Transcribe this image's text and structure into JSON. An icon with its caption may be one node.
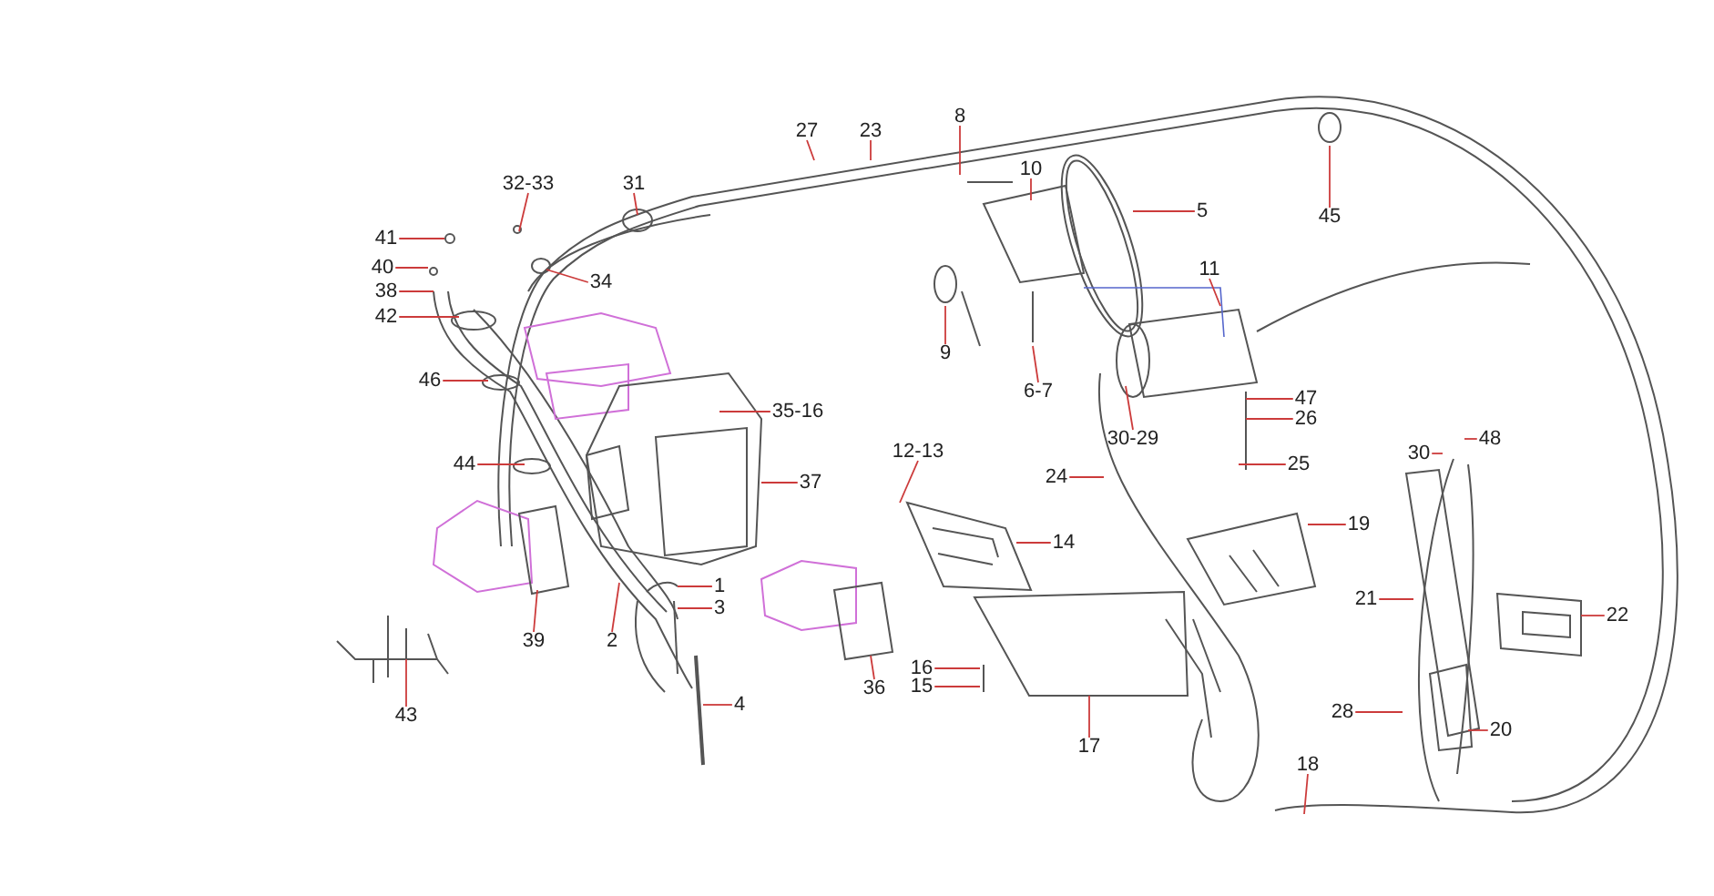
{
  "diagram": {
    "nodes": [
      {
        "text": [
          "8"
        ]
      },
      {
        "text": [
          "27"
        ]
      },
      {
        "text": [
          "23"
        ]
      },
      {
        "text": [
          "10"
        ]
      },
      {
        "text": [
          "32-33"
        ]
      },
      {
        "text": [
          "31"
        ]
      },
      {
        "text": [
          "5"
        ]
      },
      {
        "text": [
          "45"
        ]
      },
      {
        "text": [
          "41"
        ]
      },
      {
        "text": [
          "11"
        ]
      },
      {
        "text": [
          "40"
        ]
      },
      {
        "text": [
          "34"
        ]
      },
      {
        "text": [
          "38"
        ]
      },
      {
        "text": [
          "42"
        ]
      },
      {
        "text": [
          "9"
        ]
      },
      {
        "text": [
          "46"
        ]
      },
      {
        "text": [
          "6-7"
        ]
      },
      {
        "text": [
          "47"
        ]
      },
      {
        "text": [
          "35-16"
        ]
      },
      {
        "text": [
          "26"
        ]
      },
      {
        "text": [
          "30-29"
        ]
      },
      {
        "text": [
          "48"
        ]
      },
      {
        "text": [
          "12-13"
        ]
      },
      {
        "text": [
          "30"
        ]
      },
      {
        "text": [
          "44"
        ]
      },
      {
        "text": [
          "25"
        ]
      },
      {
        "text": [
          "24"
        ]
      },
      {
        "text": [
          "37"
        ]
      },
      {
        "text": [
          "19"
        ]
      },
      {
        "text": [
          "14"
        ]
      },
      {
        "text": [
          "1"
        ]
      },
      {
        "text": [
          "21"
        ]
      },
      {
        "text": [
          "3"
        ]
      },
      {
        "text": [
          "22"
        ]
      },
      {
        "text": [
          "39"
        ]
      },
      {
        "text": [
          "2"
        ]
      },
      {
        "text": [
          "16"
        ]
      },
      {
        "text": [
          "15"
        ]
      },
      {
        "text": [
          "36"
        ]
      },
      {
        "text": [
          "4"
        ]
      },
      {
        "text": [
          "28"
        ]
      },
      {
        "text": [
          "43"
        ]
      },
      {
        "text": [
          "20"
        ]
      },
      {
        "text": [
          "17"
        ]
      },
      {
        "text": [
          "18"
        ]
      }
    ],
    "edges": [
      {
        "from": 0,
        "to": null,
        "arrow": "none"
      },
      {
        "from": 1,
        "to": null,
        "arrow": "none"
      },
      {
        "from": 2,
        "to": null,
        "arrow": "none"
      },
      {
        "from": 3,
        "to": null,
        "arrow": "none"
      },
      {
        "from": 4,
        "to": null,
        "arrow": "none"
      },
      {
        "from": 5,
        "to": null,
        "arrow": "none"
      },
      {
        "from": 6,
        "to": null,
        "arrow": "none"
      },
      {
        "from": 7,
        "to": null,
        "arrow": "none"
      },
      {
        "from": 8,
        "to": null,
        "arrow": "none"
      },
      {
        "from": 9,
        "to": null,
        "arrow": "none"
      },
      {
        "from": 10,
        "to": null,
        "arrow": "none"
      },
      {
        "from": 11,
        "to": null,
        "arrow": "none"
      },
      {
        "from": 12,
        "to": null,
        "arrow": "none"
      },
      {
        "from": 13,
        "to": null,
        "arrow": "none"
      },
      {
        "from": 14,
        "to": null,
        "arrow": "none"
      },
      {
        "from": 15,
        "to": null,
        "arrow": "none"
      },
      {
        "from": 16,
        "to": null,
        "arrow": "none"
      },
      {
        "from": 17,
        "to": null,
        "arrow": "none"
      },
      {
        "from": 18,
        "to": null,
        "arrow": "none"
      },
      {
        "from": 19,
        "to": null,
        "arrow": "none"
      },
      {
        "from": 20,
        "to": null,
        "arrow": "none"
      },
      {
        "from": 21,
        "to": null,
        "arrow": "none"
      },
      {
        "from": 22,
        "to": null,
        "arrow": "none"
      },
      {
        "from": 23,
        "to": null,
        "arrow": "none"
      },
      {
        "from": 24,
        "to": null,
        "arrow": "none"
      },
      {
        "from": 25,
        "to": null,
        "arrow": "none"
      },
      {
        "from": 26,
        "to": null,
        "arrow": "none"
      },
      {
        "from": 27,
        "to": null,
        "arrow": "none"
      },
      {
        "from": 28,
        "to": null,
        "arrow": "none"
      },
      {
        "from": 29,
        "to": null,
        "arrow": "none"
      },
      {
        "from": 30,
        "to": null,
        "arrow": "none"
      },
      {
        "from": 31,
        "to": null,
        "arrow": "none"
      },
      {
        "from": 32,
        "to": null,
        "arrow": "none"
      },
      {
        "from": 33,
        "to": null,
        "arrow": "none"
      },
      {
        "from": 34,
        "to": null,
        "arrow": "none"
      },
      {
        "from": 35,
        "to": null,
        "arrow": "none"
      },
      {
        "from": 36,
        "to": null,
        "arrow": "none"
      },
      {
        "from": 37,
        "to": null,
        "arrow": "none"
      },
      {
        "from": 38,
        "to": null,
        "arrow": "none"
      },
      {
        "from": 39,
        "to": null,
        "arrow": "none"
      },
      {
        "from": 40,
        "to": null,
        "arrow": "none"
      },
      {
        "from": 41,
        "to": null,
        "arrow": "none"
      },
      {
        "from": 42,
        "to": null,
        "arrow": "none"
      },
      {
        "from": 43,
        "to": null,
        "arrow": "none"
      },
      {
        "from": 44,
        "to": null,
        "arrow": "none"
      }
    ]
  }
}
